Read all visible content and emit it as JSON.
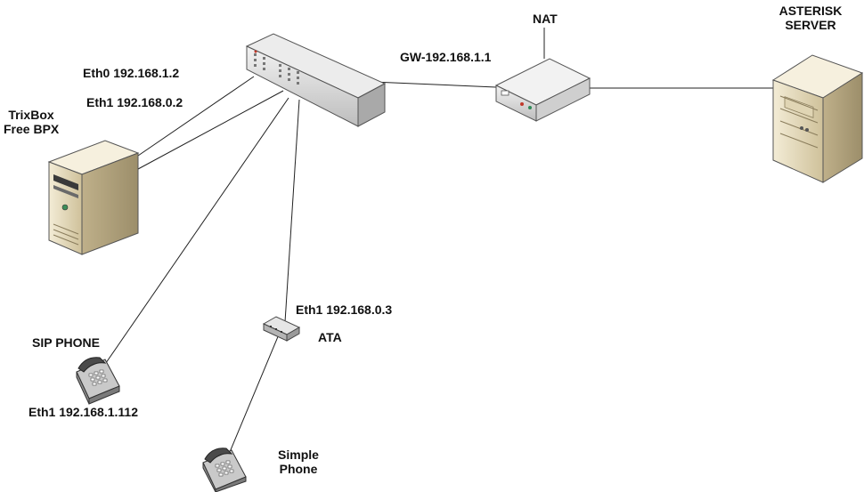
{
  "nodes": {
    "trixbox": {
      "name_line1": "TrixBox",
      "name_line2": "Free BPX",
      "eth0": "Eth0 192.168.1.2",
      "eth1": "Eth1 192.168.0.2"
    },
    "nat": {
      "name": "NAT",
      "gateway": "GW-192.168.1.1"
    },
    "asterisk": {
      "name_line1": "ASTERISK",
      "name_line2": "SERVER"
    },
    "sip_phone": {
      "name": "SIP PHONE",
      "ip": "Eth1 192.168.1.112"
    },
    "ata": {
      "name": "ATA",
      "ip": "Eth1 192.168.0.3"
    },
    "simple_phone": {
      "name_line1": "Simple",
      "name_line2": "Phone"
    }
  },
  "colors": {
    "case": "#e6dcc0",
    "case_dark": "#b9ab86",
    "switch": "#d4d4d4",
    "wire": "#222222"
  }
}
